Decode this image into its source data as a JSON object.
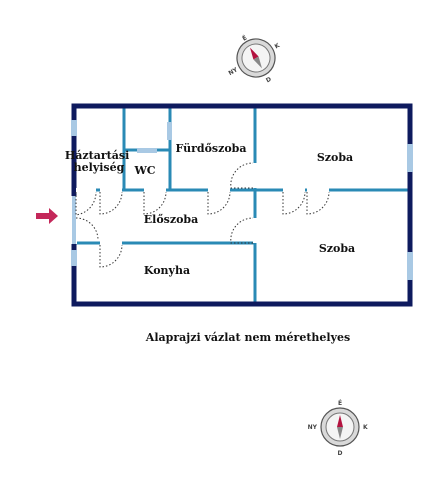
{
  "plan": {
    "rooms": {
      "utility": [
        "Háztartási",
        "helyiség"
      ],
      "wc": "WC",
      "bathroom": "Fürdőszoba",
      "hall": "Előszoba",
      "kitchen": "Konyha",
      "room_top": "Szoba",
      "room_bottom": "Szoba"
    },
    "note": "Alaprajzi vázlat nem mérethelyes"
  },
  "compass": {
    "north": "É",
    "east": "K",
    "south": "D",
    "west": "NY"
  },
  "colors": {
    "outer_wall": "#0e1a5e",
    "inner_wall": "#2a8ab5",
    "window": "#a9c9e4",
    "entrance_arrow": "#c4285a",
    "compass_red": "#b3123f"
  }
}
